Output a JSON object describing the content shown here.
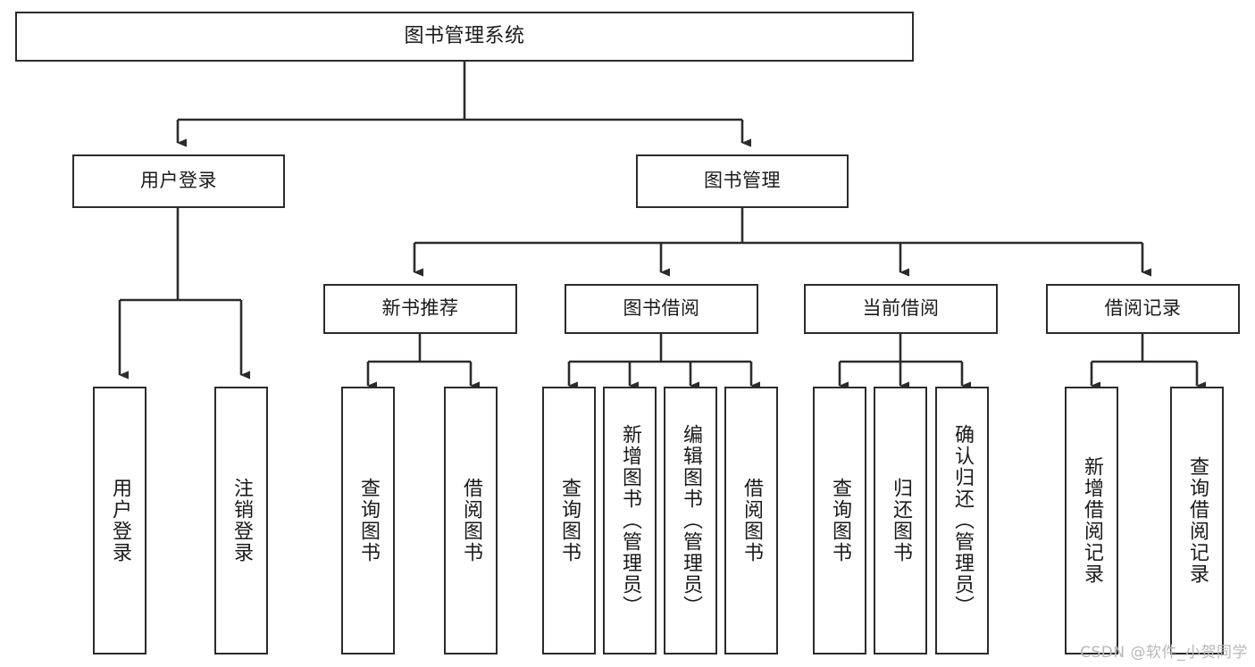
{
  "diagram": {
    "title": "图书管理系统",
    "type": "hierarchy-tree",
    "watermark": "CSDN @软件_小贺同学",
    "colors": {
      "box_border": "#2b2b2b",
      "box_fill": "#ffffff",
      "connector": "#2b2b2b",
      "text": "#1a1a1a",
      "watermark": "#b8b8b8"
    },
    "nodes": {
      "root": {
        "label": "图书管理系统"
      },
      "level2": [
        {
          "label": "用户登录"
        },
        {
          "label": "图书管理"
        }
      ],
      "level3": [
        {
          "label": "新书推荐"
        },
        {
          "label": "图书借阅"
        },
        {
          "label": "当前借阅"
        },
        {
          "label": "借阅记录"
        }
      ],
      "leaves": {
        "user_login": [
          {
            "label": "用户登录"
          },
          {
            "label": "注销登录"
          }
        ],
        "new_book_recommend": [
          {
            "label": "查询图书"
          },
          {
            "label": "借阅图书"
          }
        ],
        "book_borrow": [
          {
            "label": "查询图书"
          },
          {
            "label": "新增图书（管理员）"
          },
          {
            "label": "编辑图书（管理员）"
          },
          {
            "label": "借阅图书"
          }
        ],
        "current_borrow": [
          {
            "label": "查询图书"
          },
          {
            "label": "归还图书"
          },
          {
            "label": "确认归还（管理员）"
          }
        ],
        "borrow_record": [
          {
            "label": "新增借阅记录"
          },
          {
            "label": "查询借阅记录"
          }
        ]
      }
    }
  }
}
